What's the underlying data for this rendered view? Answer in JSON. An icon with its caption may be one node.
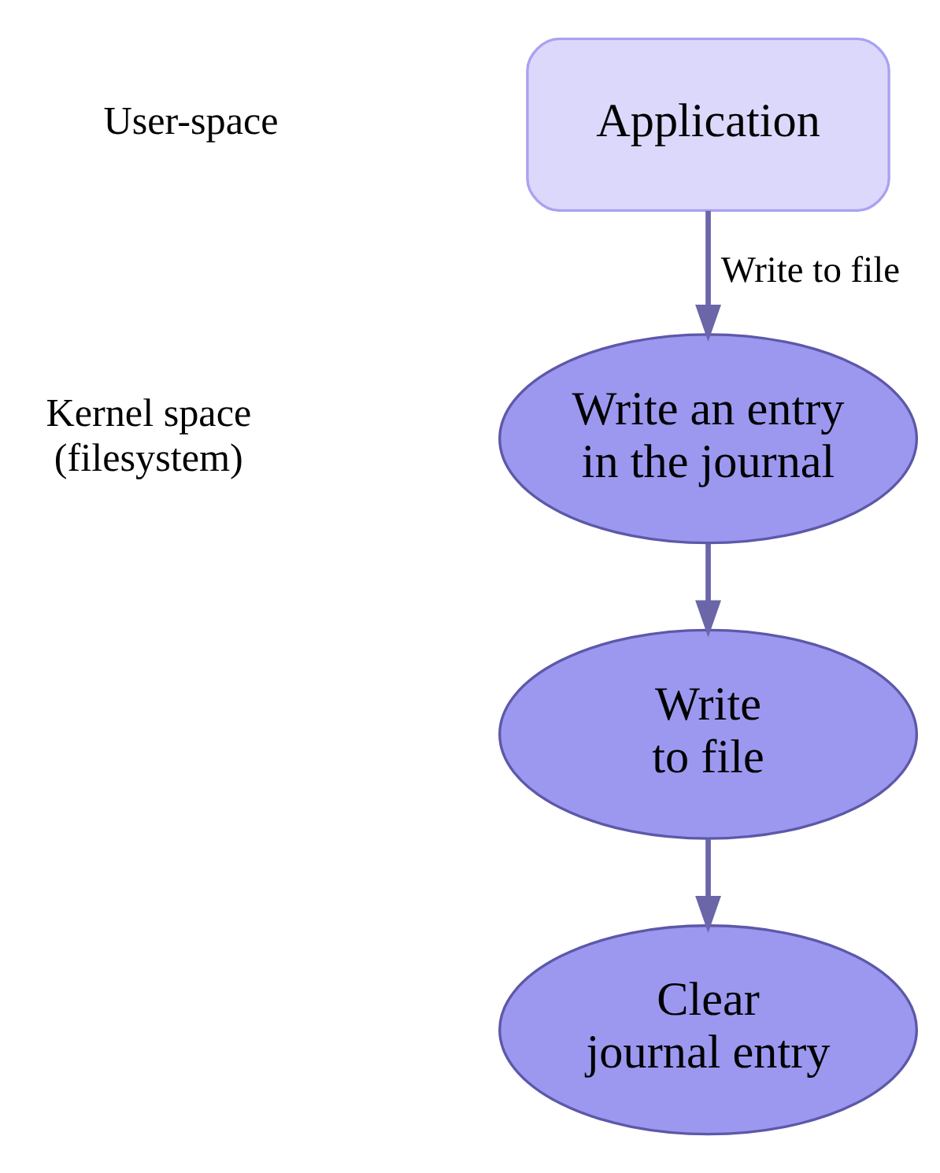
{
  "diagram": {
    "nodes": [
      {
        "text": [
          "Application"
        ]
      },
      {
        "text": [
          "Write an entry in the journal"
        ]
      },
      {
        "text": [
          "Write to file"
        ]
      },
      {
        "text": [
          "Clear journal entry"
        ]
      }
    ],
    "edges": [
      {
        "from": 0,
        "to": 1,
        "arrow": "to",
        "label": "Write to file"
      },
      {
        "from": 1,
        "to": 2,
        "arrow": "to"
      },
      {
        "from": 2,
        "to": 3,
        "arrow": "to"
      }
    ],
    "labels": [
      "User-space",
      "Kernel space (filesystem)"
    ]
  }
}
